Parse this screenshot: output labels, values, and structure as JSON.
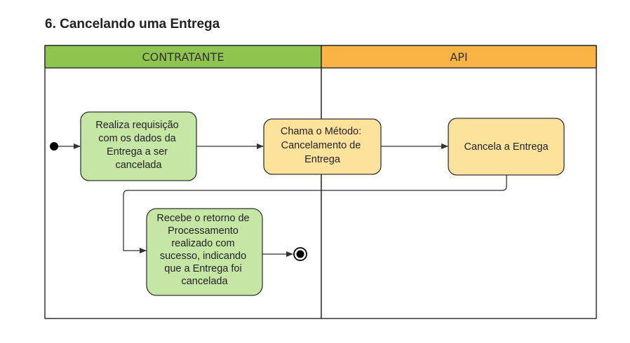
{
  "title": "6. Cancelando uma Entrega",
  "lanes": [
    {
      "label": "CONTRATANTE",
      "color": "#8dc54f"
    },
    {
      "label": "API",
      "color": "#f9b444"
    }
  ],
  "nodes": {
    "request": {
      "lines": [
        "Realiza requisição",
        "com os dados da",
        "Entrega a ser",
        "cancelada"
      ],
      "fill": "#c6e6a6"
    },
    "method": {
      "lines": [
        "Chama o Método:",
        "Cancelamento de",
        "Entrega"
      ],
      "fill": "#fde29c"
    },
    "cancel": {
      "lines": [
        "Cancela a Entrega"
      ],
      "fill": "#fde29c"
    },
    "result": {
      "lines": [
        "Recebe o retorno de",
        "Processamento",
        "realizado com",
        "sucesso, indicando",
        "que a Entrega foi",
        "cancelada"
      ],
      "fill": "#c6e6a6"
    }
  }
}
